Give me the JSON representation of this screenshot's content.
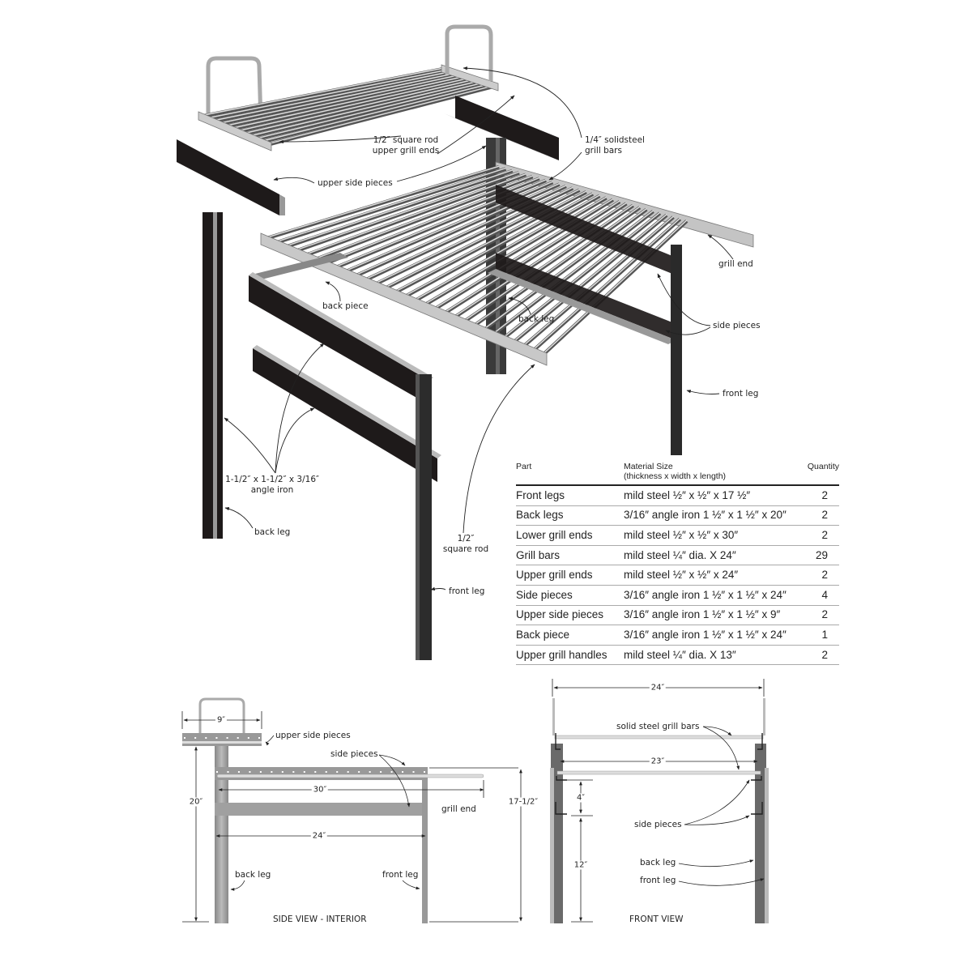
{
  "exploded_view": {
    "labels": {
      "upper_grill_ends": [
        "1/2″ square rod",
        "upper grill ends"
      ],
      "grill_bars": [
        "1/4″ solidsteel",
        "grill bars"
      ],
      "upper_side_pieces": "upper side pieces",
      "grill_end": "grill end",
      "back_piece": "back piece",
      "back_leg_center": "back leg",
      "side_pieces": "side pieces",
      "front_leg_right": "front leg",
      "angle_iron": [
        "1-1/2″ x 1-1/2″ x 3/16″",
        "angle iron"
      ],
      "back_leg_left": "back leg",
      "square_rod": [
        "1/2″",
        "square rod"
      ],
      "front_leg_left": "front leg"
    },
    "grill_bar_count": 29
  },
  "parts_table": {
    "headers": {
      "part": "Part",
      "material": [
        "Material Size",
        "(thickness x width x length)"
      ],
      "quantity": "Quantity"
    },
    "rows": [
      {
        "part": "Front legs",
        "material": "mild steel ½″ x ½″ x 17 ½″",
        "quantity": "2"
      },
      {
        "part": "Back legs",
        "material": "3/16″ angle iron  1 ½″ x 1 ½″ x 20″",
        "quantity": "2"
      },
      {
        "part": "Lower grill ends",
        "material": "mild steel ½″ x ½″ x 30″",
        "quantity": "2"
      },
      {
        "part": "Grill bars",
        "material": "mild steel ¼″ dia. X 24″",
        "quantity": "29"
      },
      {
        "part": "Upper grill ends",
        "material": "mild steel ½″ x ½″ x 24″",
        "quantity": "2"
      },
      {
        "part": "Side pieces",
        "material": "3/16″ angle iron  1 ½″ x 1 ½″ x 24″",
        "quantity": "4"
      },
      {
        "part": "Upper side pieces",
        "material": "3/16″ angle iron  1 ½″ x 1 ½″ x 9″",
        "quantity": "2"
      },
      {
        "part": "Back piece",
        "material": "3/16″ angle iron  1 ½″ x 1 ½″ x 24″",
        "quantity": "1"
      },
      {
        "part": "Upper grill handles",
        "material": "mild steel ¼″ dia. X 13″",
        "quantity": "2"
      }
    ]
  },
  "side_view": {
    "title": "SIDE VIEW - INTERIOR",
    "dims": {
      "upper_width": "9″",
      "grill_end_length": "30″",
      "leg_spacing": "24″",
      "back_leg_height": "20″",
      "front_leg_height": "17-1/2″"
    },
    "labels": {
      "upper_side_pieces": "upper side pieces",
      "side_pieces": "side pieces",
      "grill_end": "grill end",
      "back_leg": "back leg",
      "front_leg": "front leg"
    }
  },
  "front_view": {
    "title": "FRONT VIEW",
    "dims": {
      "overall_width": "24″",
      "inner_width": "23″",
      "side_spacing": "4″",
      "lower_height": "12″"
    },
    "labels": {
      "grill_bars": "solid steel grill bars",
      "side_pieces": "side pieces",
      "back_leg": "back leg",
      "front_leg": "front leg"
    }
  },
  "colors": {
    "steel_dark": "#1e1a1a",
    "steel_light": "#c8c8c8",
    "steel_mid": "#9a9a9a",
    "line": "#222222"
  }
}
